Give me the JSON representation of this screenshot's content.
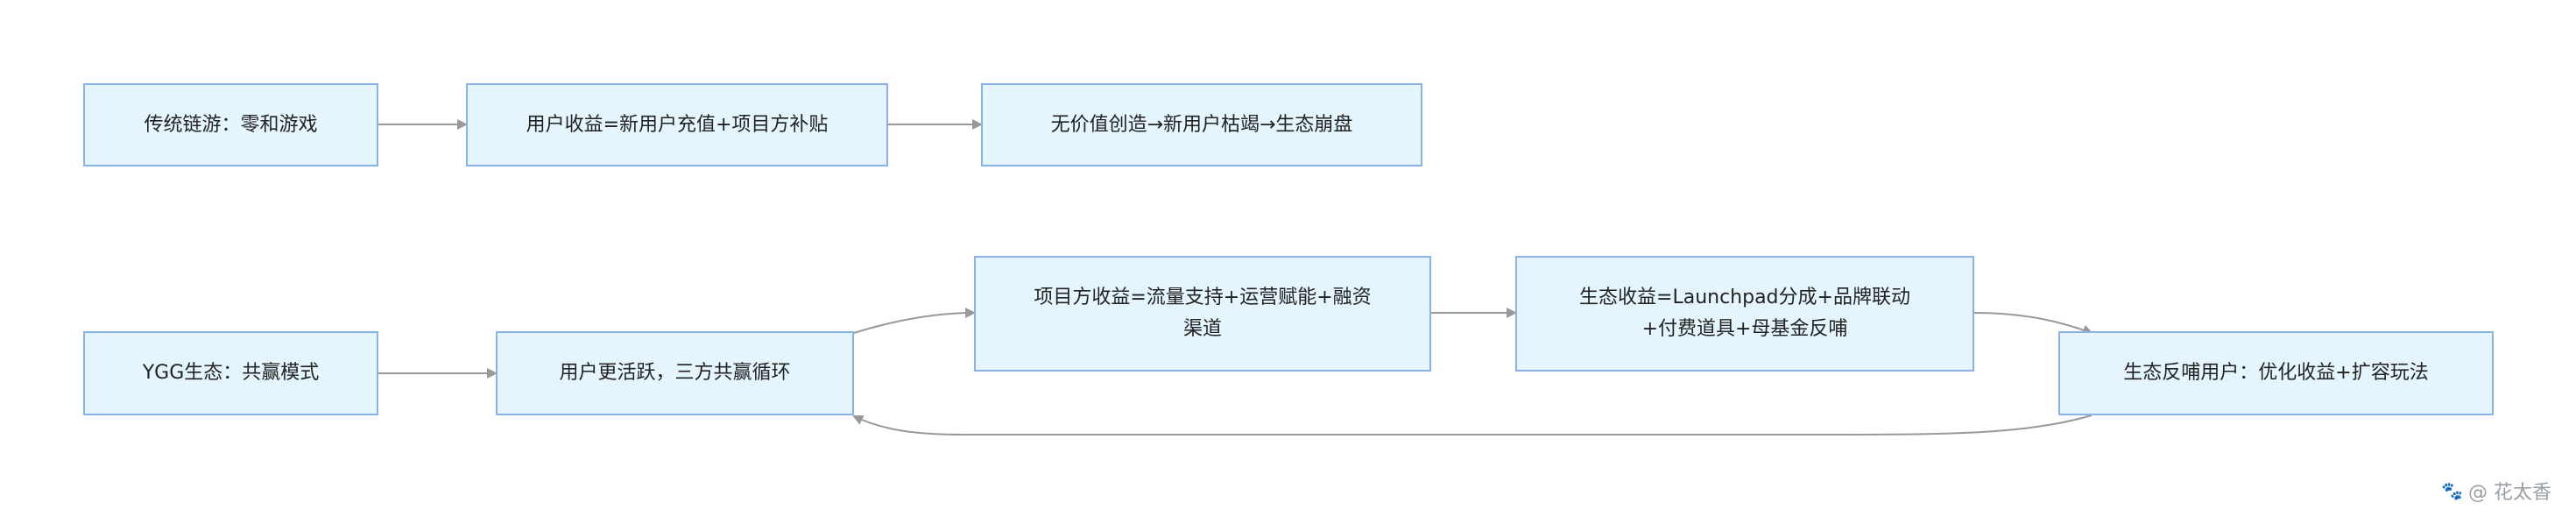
{
  "nodes": {
    "traditional": "传统链游：零和游戏",
    "user_income": "用户收益=新用户充值+项目方补贴",
    "no_value": "无价值创造→新用户枯竭→生态崩盘",
    "ygg": "YGG生态：共赢模式",
    "active_users": "用户更活跃，三方共赢循环",
    "project_income": "项目方收益=流量支持+运营赋能+融资渠道",
    "ecosystem_income": "生态收益=Launchpad分成+品牌联动+付费道具+母基金反哺",
    "feedback": "生态反哺用户：优化收益+扩容玩法"
  },
  "watermark": {
    "icon": "paw-icon",
    "text": "@ 花太香"
  },
  "colors": {
    "node_fill": "#e5f5fd",
    "node_border": "#8ab2e8",
    "edge": "#999999"
  }
}
